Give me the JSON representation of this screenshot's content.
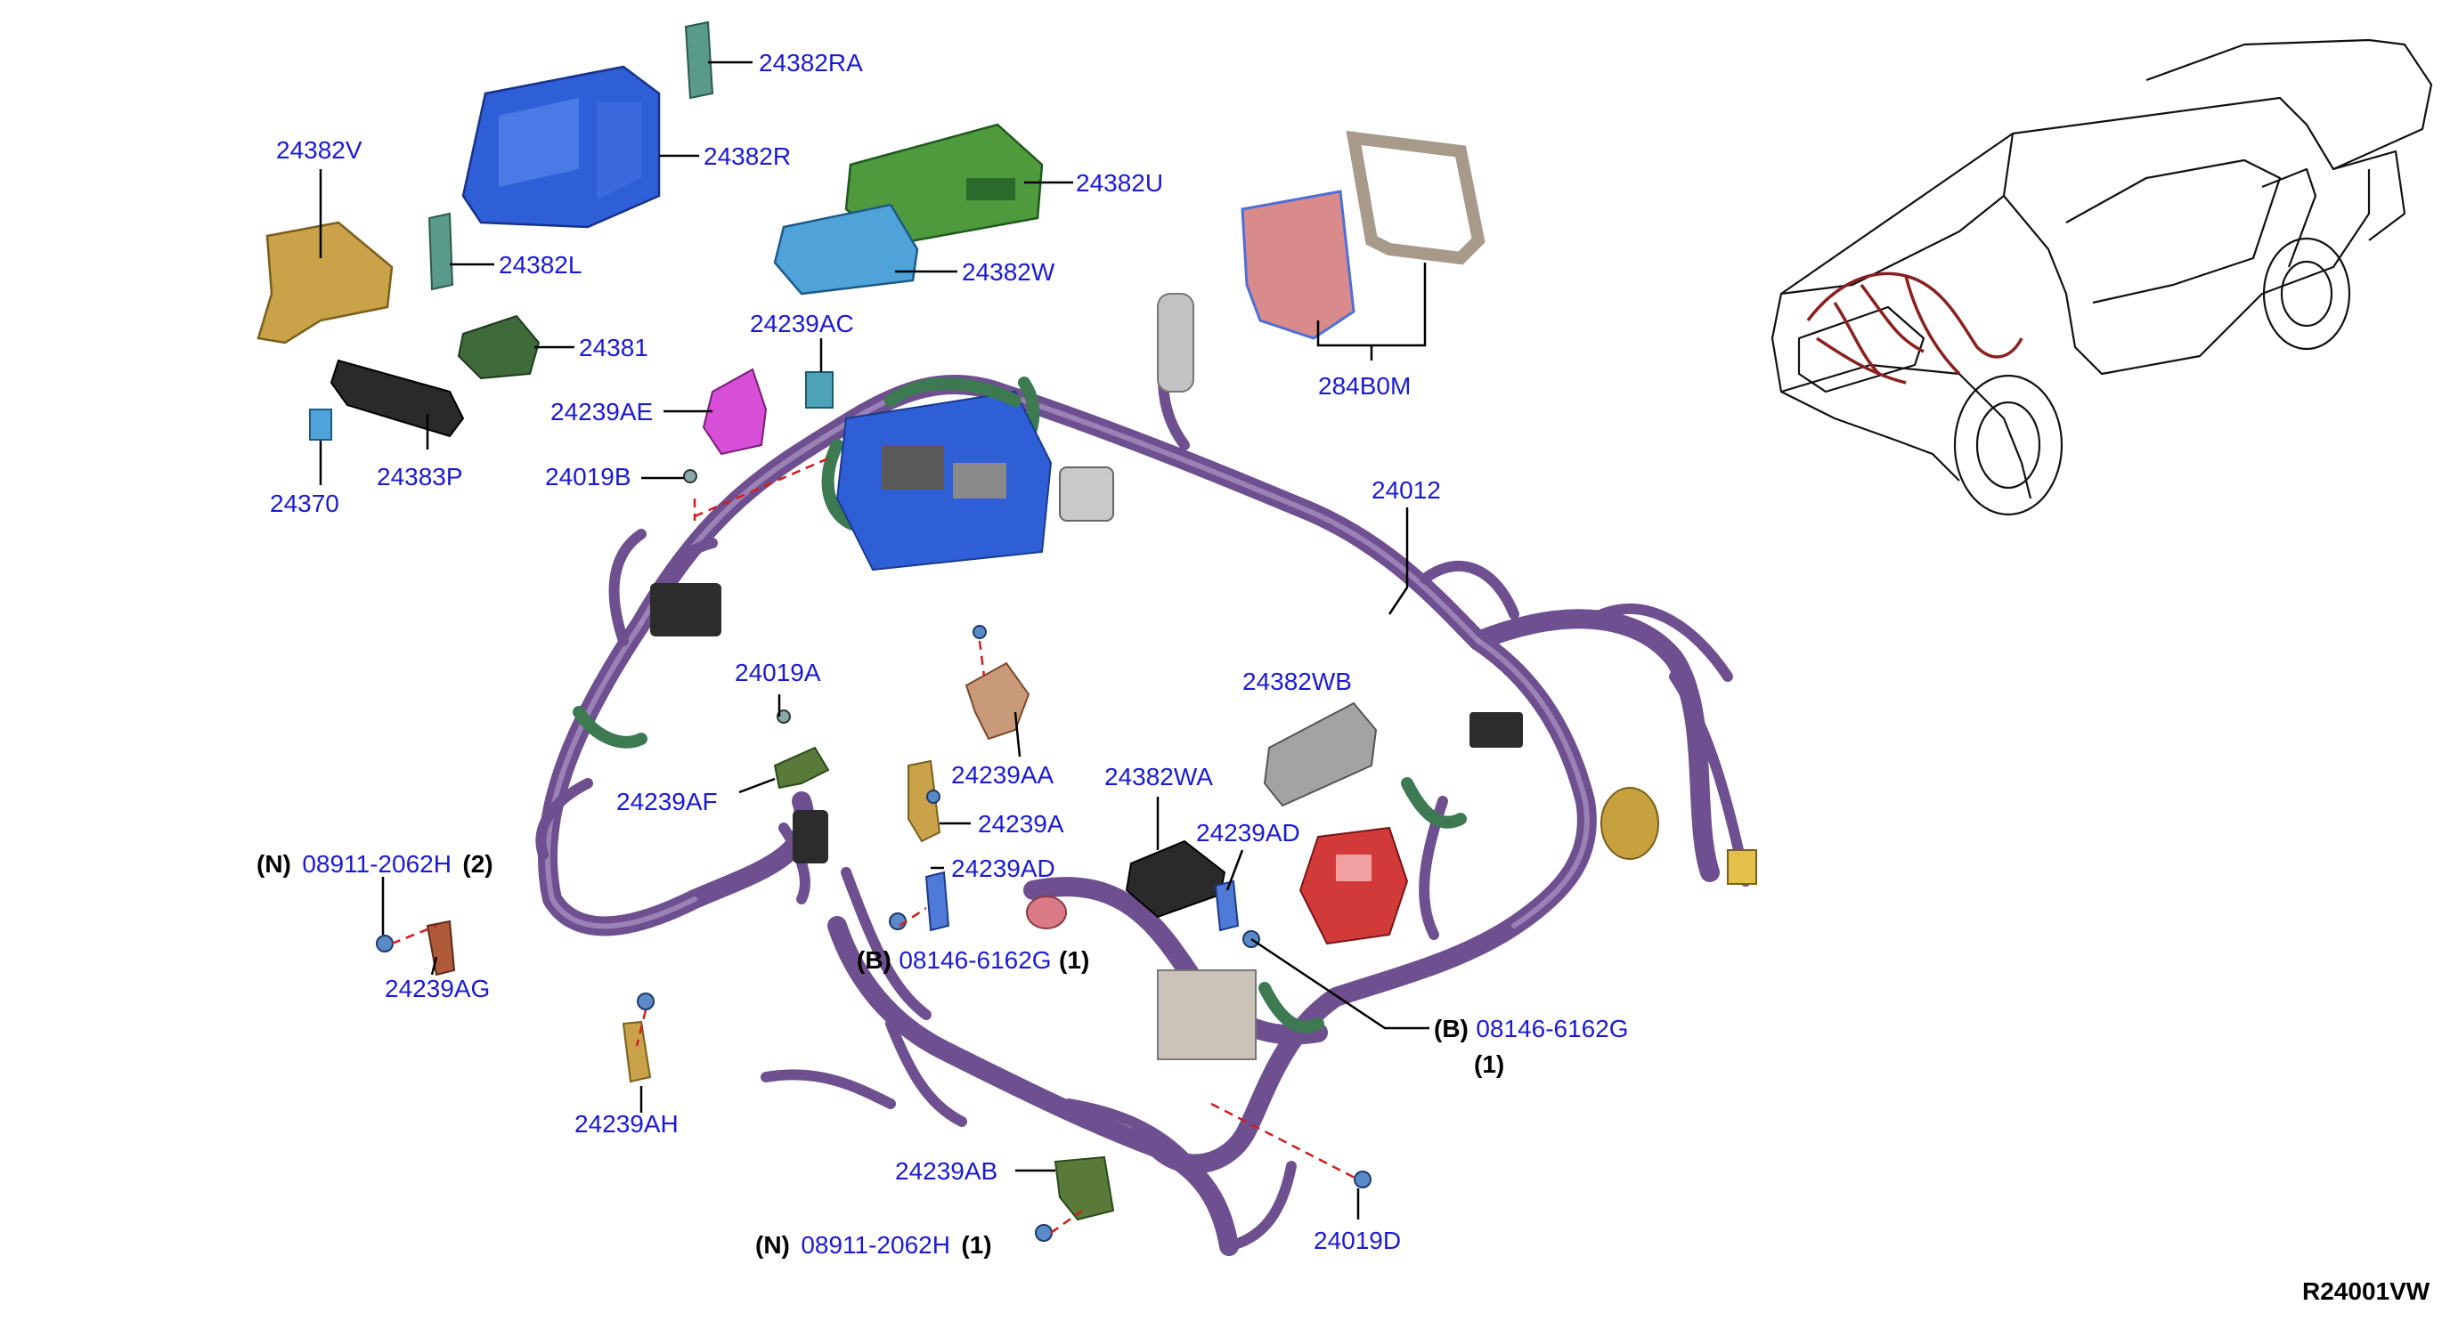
{
  "diagram_code": "R24001VW",
  "colors": {
    "label": "#1a1ad6",
    "harness": "#6e4f8f",
    "dash": "#d21c1c",
    "relay_box": "#2e5fd6",
    "module_green": "#4f9a3c",
    "module_blue": "#4fa3d8",
    "bracket_gold": "#c9a24a",
    "bracket_magenta": "#d64fd6",
    "fuse_red": "#d23a3a"
  },
  "parts": [
    {
      "id": "p24382RA",
      "label": "24382RA"
    },
    {
      "id": "p24382R",
      "label": "24382R"
    },
    {
      "id": "p24382V",
      "label": "24382V"
    },
    {
      "id": "p24382U",
      "label": "24382U"
    },
    {
      "id": "p24382L",
      "label": "24382L"
    },
    {
      "id": "p24382W",
      "label": "24382W"
    },
    {
      "id": "p24381",
      "label": "24381"
    },
    {
      "id": "p24239AC",
      "label": "24239AC"
    },
    {
      "id": "p24239AE",
      "label": "24239AE"
    },
    {
      "id": "p24370",
      "label": "24370"
    },
    {
      "id": "p24383P",
      "label": "24383P"
    },
    {
      "id": "p24019B",
      "label": "24019B"
    },
    {
      "id": "p284B0M",
      "label": "284B0M"
    },
    {
      "id": "p24012",
      "label": "24012"
    },
    {
      "id": "p24019A",
      "label": "24019A"
    },
    {
      "id": "p24382WB",
      "label": "24382WB"
    },
    {
      "id": "p24239AA",
      "label": "24239AA"
    },
    {
      "id": "p24239AF",
      "label": "24239AF"
    },
    {
      "id": "p24239A",
      "label": "24239A"
    },
    {
      "id": "p24382WA",
      "label": "24382WA"
    },
    {
      "id": "p24239AD_r",
      "label": "24239AD"
    },
    {
      "id": "p24239AD_c",
      "label": "24239AD"
    },
    {
      "id": "p24239AG",
      "label": "24239AG"
    },
    {
      "id": "p24239AH",
      "label": "24239AH"
    },
    {
      "id": "p24239AB",
      "label": "24239AB"
    },
    {
      "id": "p24019D",
      "label": "24019D"
    }
  ],
  "fasteners": [
    {
      "id": "f1",
      "prefix": "(N)",
      "label": "08911-2062H",
      "qty": "(2)"
    },
    {
      "id": "f2",
      "prefix": "(B)",
      "label": "08146-6162G",
      "qty": "(1)"
    },
    {
      "id": "f3",
      "prefix": "(B)",
      "label": "08146-6162G",
      "qty": "(1)"
    },
    {
      "id": "f4",
      "prefix": "(N)",
      "label": "08911-2062H",
      "qty": "(1)"
    }
  ]
}
